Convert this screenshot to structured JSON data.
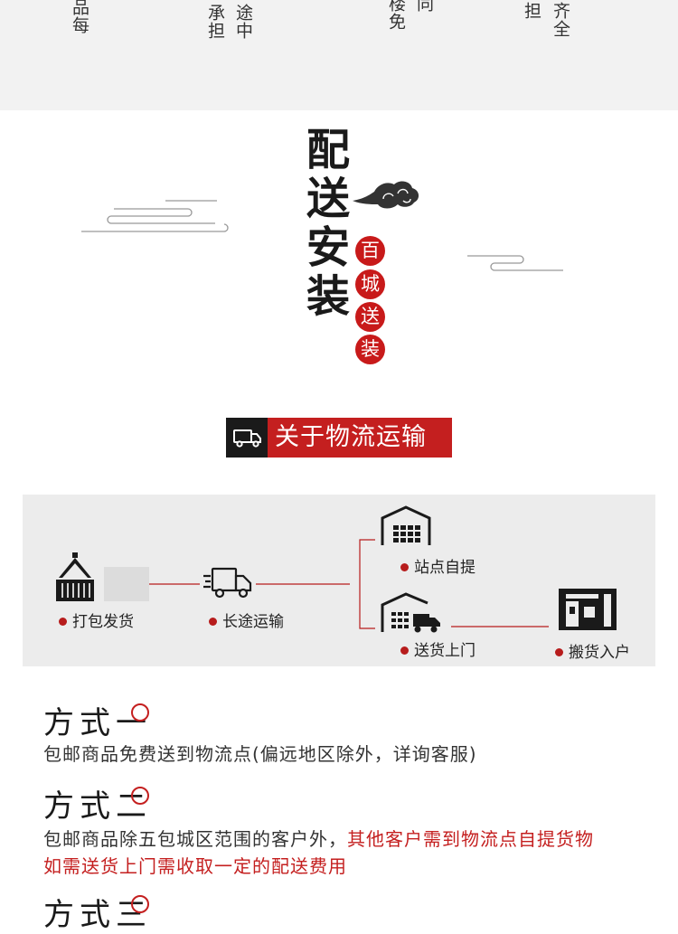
{
  "top_strip": {
    "columns": [
      {
        "text": "品每"
      },
      {
        "text": "承担"
      },
      {
        "text": "途中"
      },
      {
        "text": "楼免"
      },
      {
        "text": "同"
      },
      {
        "text": "担"
      },
      {
        "text": "齐全"
      }
    ]
  },
  "heading": {
    "title": "配送安装",
    "seals": [
      "百",
      "城",
      "送",
      "装"
    ]
  },
  "banner": {
    "icon": "delivery-truck-icon",
    "label": "关于物流运输"
  },
  "flow": {
    "steps": {
      "pack": "打包发货",
      "transit": "长途运输",
      "pickup": "站点自提",
      "door": "送货上门",
      "carry_in": "搬货入户"
    },
    "icons": {
      "pack": "crane-container-icon",
      "transit": "truck-icon",
      "pickup": "warehouse-icon",
      "door": "warehouse-truck-icon",
      "carry_in": "building-icon"
    },
    "accent": "#b71c1c"
  },
  "methods": {
    "one": {
      "title": "方式一",
      "line1": "包邮商品免费送到物流点(偏远地区除外，详询客服)"
    },
    "two": {
      "title": "方式二",
      "line1_a": "包邮商品除五包城区范围的客户外，",
      "line1_b": "其他客户需到物流点自提货物",
      "line2": "如需送货上门需收取一定的配送费用"
    },
    "three": {
      "title": "方式三"
    }
  },
  "colors": {
    "accent_red": "#c41f1f",
    "dark": "#1a1a1a",
    "panel_bg": "#ececec"
  }
}
